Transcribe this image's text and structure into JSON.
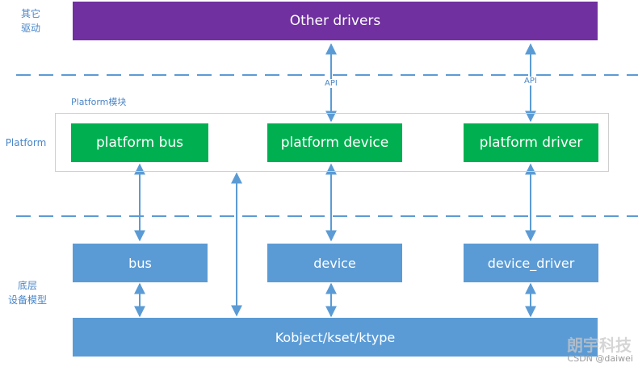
{
  "labels": {
    "other_drivers_side": [
      "其它",
      "驱动"
    ],
    "platform_side": "Platform",
    "device_model_side": [
      "底层",
      "设备模型"
    ],
    "platform_module": "Platform模块",
    "api": "API"
  },
  "boxes": {
    "other_drivers": "Other drivers",
    "platform_bus": "platform bus",
    "platform_device": "platform device",
    "platform_driver": "platform driver",
    "bus": "bus",
    "device": "device",
    "device_driver": "device_driver",
    "kobject": "Kobject/kset/ktype"
  },
  "watermark": {
    "logo": "朗宇科技",
    "credit": "CSDN @daiwei"
  },
  "colors": {
    "purple": "#7030a0",
    "green": "#00b050",
    "blue": "#5b9bd5",
    "line": "#5b9bd5"
  }
}
